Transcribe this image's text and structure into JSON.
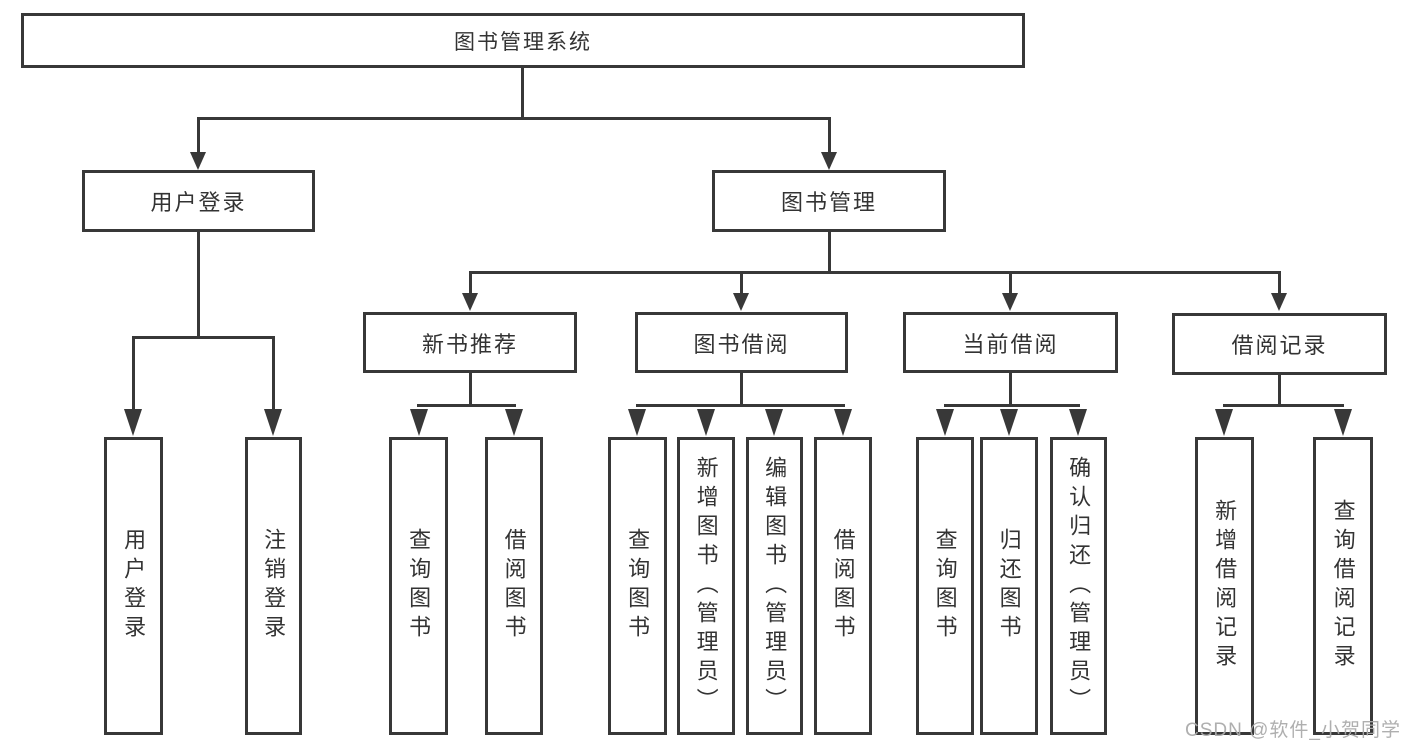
{
  "tree": {
    "root": "图书管理系统",
    "level2": [
      "用户登录",
      "图书管理"
    ],
    "level3": [
      "新书推荐",
      "图书借阅",
      "当前借阅",
      "借阅记录"
    ],
    "leaves": {
      "user_login": [
        "用户登录",
        "注销登录"
      ],
      "new_book_rec": [
        "查询图书",
        "借阅图书"
      ],
      "book_borrow": [
        "查询图书",
        "新增图书（管理员）",
        "编辑图书（管理员）",
        "借阅图书"
      ],
      "current_borrow": [
        "查询图书",
        "归还图书",
        "确认归还（管理员）"
      ],
      "borrow_record": [
        "新增借阅记录",
        "查询借阅记录"
      ]
    }
  },
  "watermark": {
    "text": "CSDN @软件_小贺同学"
  },
  "colors": {
    "line": "#383838",
    "text": "#333333",
    "box_background": "#ffffff",
    "watermark": "#ababab",
    "background": "#ffffff"
  }
}
